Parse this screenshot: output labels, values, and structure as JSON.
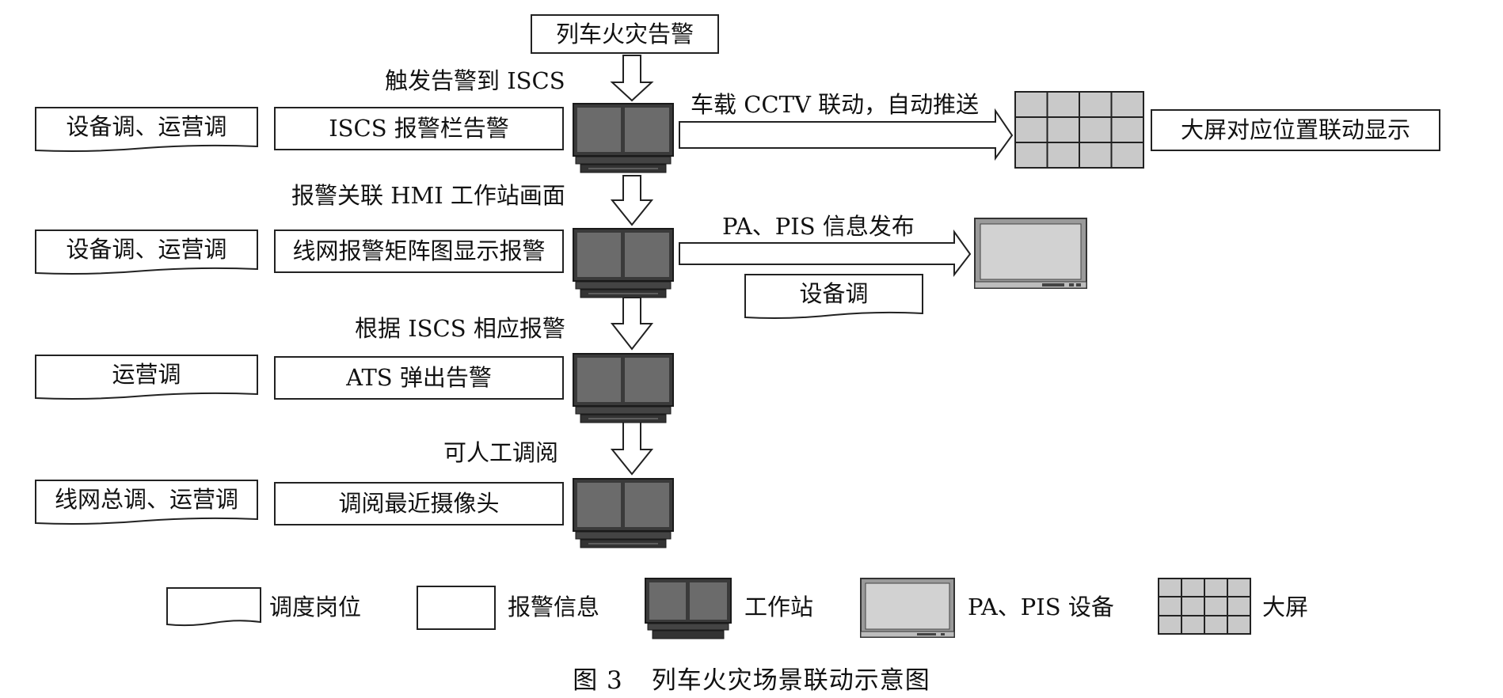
{
  "top_event": "列车火灾告警",
  "steps": [
    {
      "arrow_label": "触发告警到 ISCS",
      "role": "设备调、运营调",
      "alarm": "ISCS 报警栏告警",
      "side_label": "车载 CCTV 联动，自动推送",
      "side_target": "大屏对应位置联动显示"
    },
    {
      "arrow_label": "报警关联 HMI 工作站画面",
      "role": "设备调、运营调",
      "alarm": "线网报警矩阵图显示报警",
      "side_label": "PA、PIS 信息发布",
      "side_role": "设备调"
    },
    {
      "arrow_label": "根据 ISCS 相应报警",
      "role": "运营调",
      "alarm": "ATS 弹出告警"
    },
    {
      "arrow_label": "可人工调阅",
      "role": "线网总调、运营调",
      "alarm": "调阅最近摄像头"
    }
  ],
  "legend": [
    {
      "label": "调度岗位",
      "icon": "document-shape"
    },
    {
      "label": "报警信息",
      "icon": "rectangle"
    },
    {
      "label": "工作站",
      "icon": "workstation-icon"
    },
    {
      "label": "PA、PIS 设备",
      "icon": "monitor-icon"
    },
    {
      "label": "大屏",
      "icon": "video-wall-icon"
    }
  ],
  "caption": {
    "number": "图 3",
    "title": "列车火灾场景联动示意图"
  },
  "colors": {
    "line": "#222222",
    "workstation_body": "#3a3a3a",
    "workstation_screen": "#6b6b6b",
    "monitor_screen": "#d2d2d2",
    "video_wall_cell": "#c9c9c9"
  }
}
